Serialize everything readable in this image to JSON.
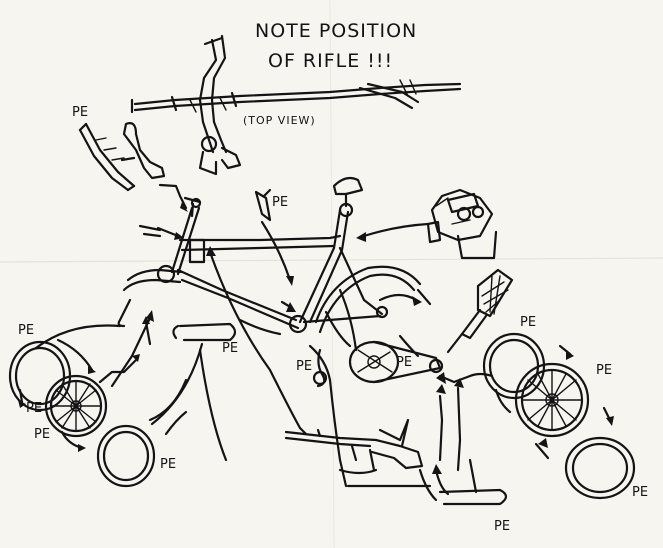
{
  "note": {
    "line1": "NOTE POSITION",
    "line2": "OF RIFLE !!!",
    "top_view": "(TOP VIEW)"
  },
  "labels": {
    "pe_1": "PE",
    "pe_2": "PE",
    "pe_3": "PE",
    "pe_4": "PE",
    "pe_5": "PE",
    "pe_6": "PE",
    "pe_7": "PE",
    "pe_8": "PE",
    "pe_9": "PE",
    "pe_10": "PE",
    "pe_11": "PE",
    "pe_12": "PE",
    "pe_13": "PE"
  }
}
